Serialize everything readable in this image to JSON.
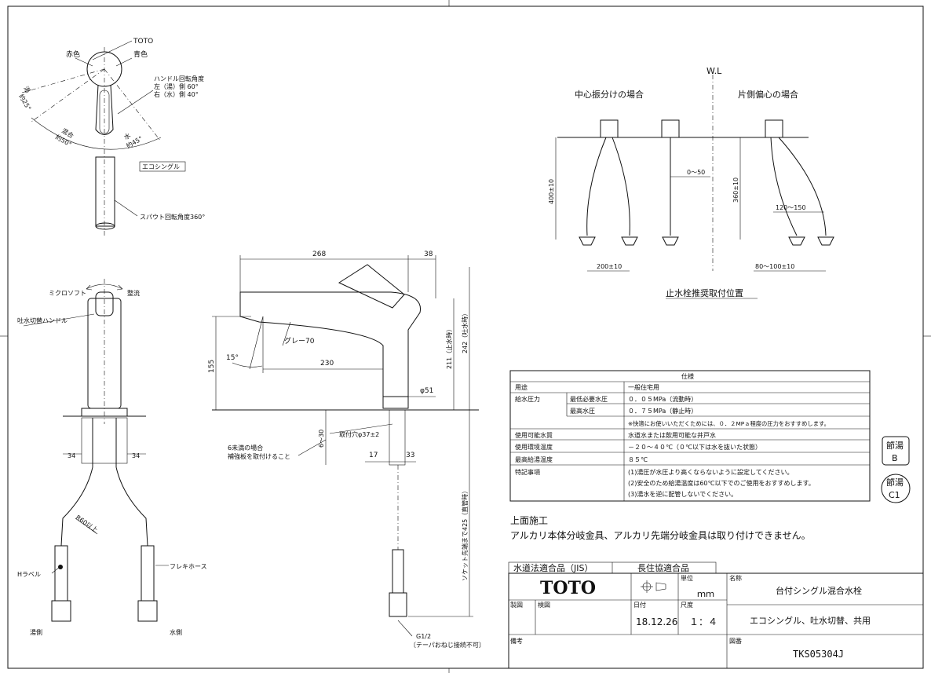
{
  "top_view": {
    "brand": "TOTO",
    "red": "赤色",
    "blue": "青色",
    "handle_angle_title": "ハンドル回転角度",
    "handle_angle_left": "左（湯）側 60°",
    "handle_angle_right": "右（水）側 40°",
    "hot": "湯",
    "hot_angle": "約25°",
    "mix": "混合",
    "mix_angle": "約50°",
    "water": "水",
    "water_angle": "約45°",
    "eco_single": "エコシングル",
    "spout_rotation": "スパウト回転角度360°"
  },
  "front_view": {
    "micro_soft": "ミクロソフト",
    "straight": "整流",
    "switch_handle": "吐水切替ハンドル",
    "dim_left": "34",
    "dim_right": "34",
    "radius": "R60以上",
    "h_label": "Hラベル",
    "flexible_hose": "フレキホース",
    "hot_side": "湯側",
    "water_side": "水側"
  },
  "side_view": {
    "dim_268": "268",
    "dim_38": "38",
    "dim_230": "230",
    "dim_155": "155",
    "dim_15deg": "15°",
    "gray": "グレー70",
    "dim_211": "211（止水時）",
    "dim_242": "242（吐水時）",
    "dim_51": "φ51",
    "dim_6_30": "6～30",
    "mount_hole": "取付穴φ37±2",
    "under6_line1": "6未満の場合",
    "under6_line2": "補強板を取付けること",
    "dim_17": "17",
    "dim_33": "33",
    "socket": "ソケット先端まで425（直管時）",
    "g12": "G1/2",
    "taper": "〔テーパおねじ接続不可〕"
  },
  "valve_positions": {
    "wl": "W.L",
    "center_title": "中心振分けの場合",
    "one_side_title": "片側偏心の場合",
    "dim_400": "400±10",
    "dim_0_50": "0～50",
    "dim_360": "360±10",
    "dim_120_150": "120～150",
    "dim_200": "200±10",
    "dim_80_100": "80～100±10",
    "caption": "止水栓推奨取付位置"
  },
  "spec_table": {
    "title": "仕様",
    "rows": [
      {
        "label": "用途",
        "sub": "",
        "value": "一般住宅用"
      },
      {
        "label": "給水圧力",
        "sub": "最低必要水圧",
        "value": "０．０５MPa（流動時）"
      },
      {
        "label": "",
        "sub": "最高水圧",
        "value": "０．７５MPa（静止時）"
      },
      {
        "label": "",
        "sub": "",
        "value": "※快適にお使いいただくためには、０．２MPａ程度の圧力をおすすめします。"
      },
      {
        "label": "使用可能水質",
        "sub": "",
        "value": "水道水または飲用可能な井戸水"
      },
      {
        "label": "使用環境温度",
        "sub": "",
        "value": "－２０～４０℃（０℃以下は水を抜いた状態）"
      },
      {
        "label": "最高給湯温度",
        "sub": "",
        "value": "８５℃"
      },
      {
        "label": "特記事項",
        "sub": "",
        "value": "(1)湯圧が水圧より高くならないように設定してください。"
      },
      {
        "label": "",
        "sub": "",
        "value": "(2)安全のため給湯温度は60℃以下でのご使用をおすすめします。"
      },
      {
        "label": "",
        "sub": "",
        "value": "(3)湯水を逆に配管しないでください。"
      }
    ]
  },
  "badges": {
    "b_line1": "節湯",
    "b_line2": "B",
    "c1_line1": "節湯",
    "c1_line2": "C1"
  },
  "notes": {
    "heading": "上面施工",
    "text": "アルカリ本体分岐金具、アルカリ先端分岐金具は取り付けできません。"
  },
  "title_block": {
    "jis": "水道法適合品（JIS）",
    "choju": "長住協適合品",
    "brand": "TOTO",
    "unit_label": "単位",
    "unit_value": "ｍｍ",
    "name_label": "名称",
    "name_value": "台付シングル混合水栓",
    "made_label": "製図",
    "check_label": "検図",
    "date_label": "日付",
    "date_value": "18.12.26",
    "scale_label": "尺度",
    "scale_value": "１：４",
    "feature_value": "エコシングル、吐水切替、共用",
    "remarks_label": "備考",
    "drawing_label": "図番",
    "drawing_value": "TKS05304J"
  }
}
